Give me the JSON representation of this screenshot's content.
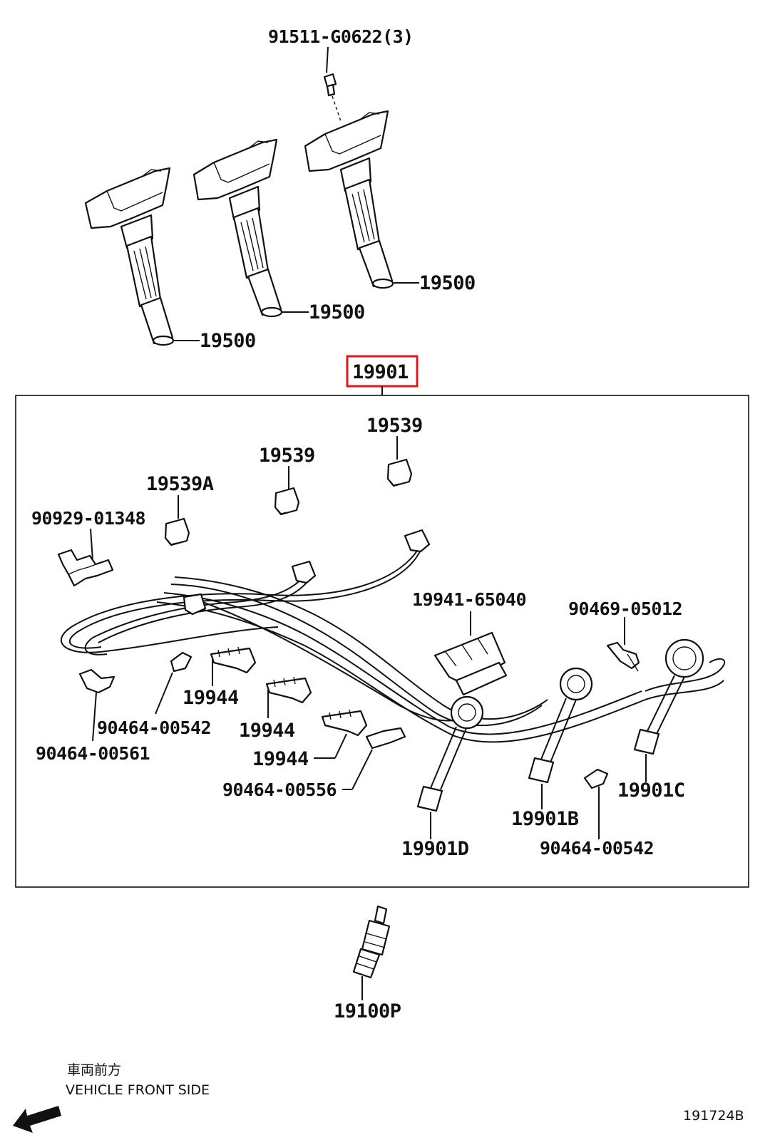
{
  "diagram": {
    "highlight_color": "#e0191f",
    "labels": {
      "bolt": "91511-G0622(3)",
      "coil_1": "19500",
      "coil_2": "19500",
      "coil_3": "19500",
      "cord_set": "19901",
      "cap_1": "19539",
      "cap_2": "19539",
      "cap_a": "19539A",
      "clamp_1348": "90929-01348",
      "holder": "19941-65040",
      "clamp_05012": "90469-05012",
      "clip_a": "19944",
      "clip_b": "19944",
      "clip_c": "19944",
      "clamp_00542_left": "90464-00542",
      "clamp_00561": "90464-00561",
      "clamp_00556": "90464-00556",
      "cord_c": "19901C",
      "cord_b": "19901B",
      "cord_d": "19901D",
      "clamp_00542_right": "90464-00542",
      "spark_plug": "19100P"
    },
    "footer": {
      "direction_jp": "車両前方",
      "direction_en": "VEHICLE FRONT SIDE",
      "illustration_code": "191724B"
    }
  }
}
